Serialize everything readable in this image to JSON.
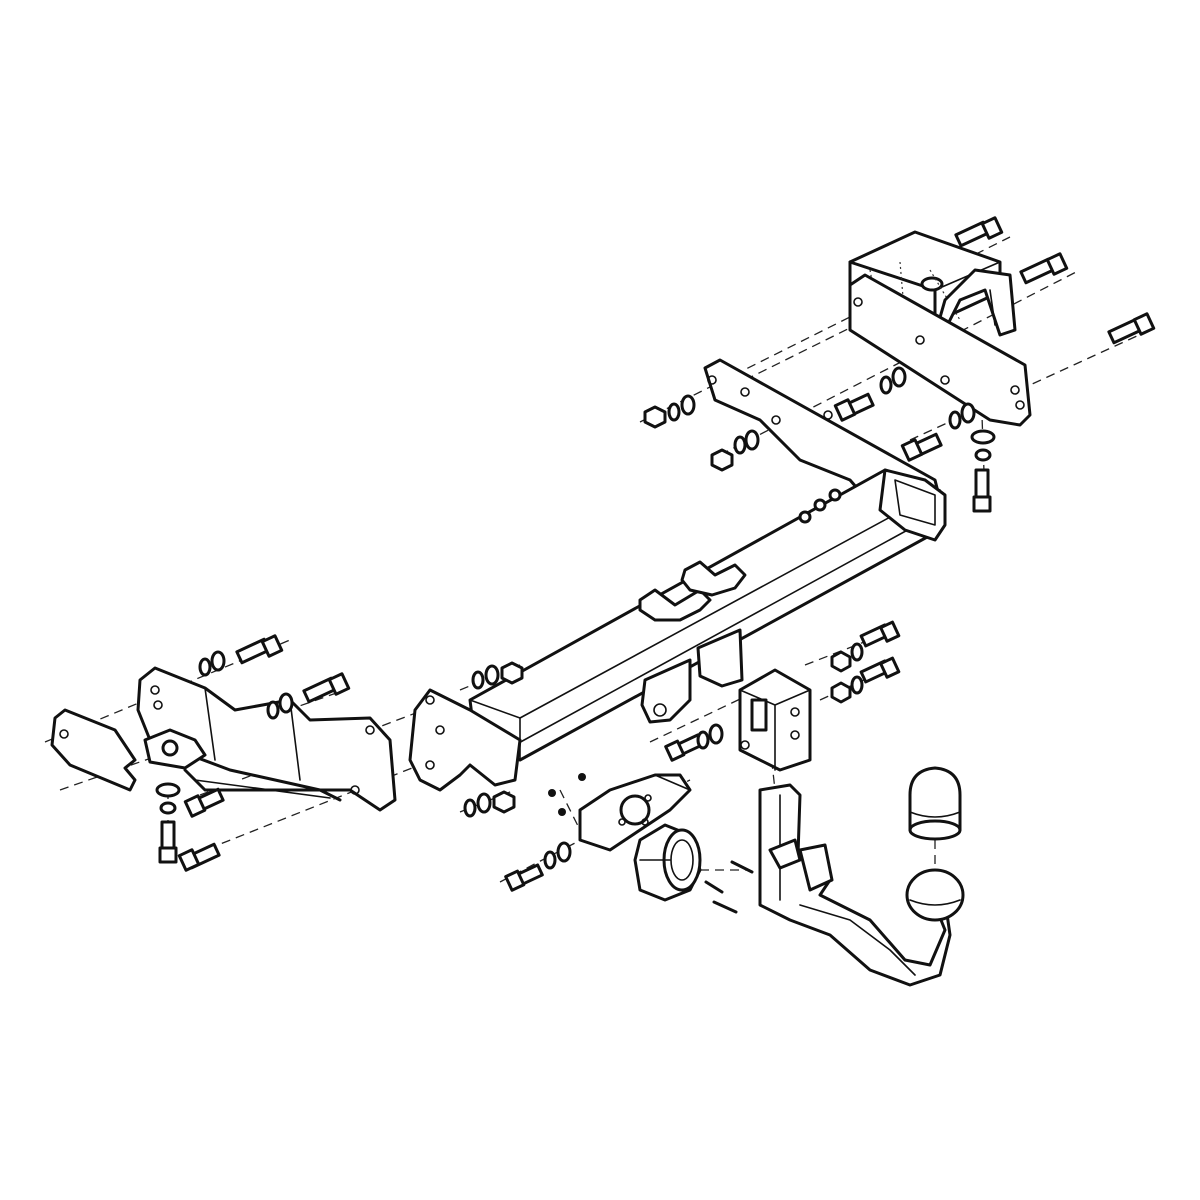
{
  "diagram": {
    "parts": [
      {
        "id": "crossbar",
        "icon": "crossbar-tube-icon"
      },
      {
        "id": "right-mounting-plate",
        "icon": "mounting-plate-icon"
      },
      {
        "id": "right-mounting-bracket",
        "icon": "bracket-icon"
      },
      {
        "id": "left-mounting-plate",
        "icon": "mounting-plate-icon"
      },
      {
        "id": "left-mounting-bracket",
        "icon": "bracket-icon"
      },
      {
        "id": "left-side-plate",
        "icon": "side-plate-icon"
      },
      {
        "id": "ball-mount-receiver",
        "icon": "receiver-icon"
      },
      {
        "id": "socket-bracket",
        "icon": "socket-bracket-icon"
      },
      {
        "id": "electrical-socket",
        "icon": "electrical-socket-icon"
      },
      {
        "id": "detachable-tow-ball",
        "icon": "tow-ball-icon"
      },
      {
        "id": "tow-ball-cap",
        "icon": "ball-cap-icon"
      },
      {
        "id": "bolts",
        "icon": "bolt-icon"
      },
      {
        "id": "nuts-and-washers",
        "icon": "nut-washer-icon"
      }
    ]
  }
}
